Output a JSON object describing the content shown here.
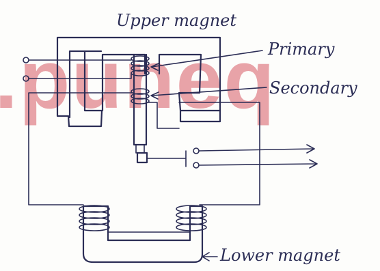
{
  "watermark": {
    "text": ".puneq",
    "color": "#e8a3a8"
  },
  "labels": {
    "upper_magnet": "Upper magnet",
    "primary": "Primary",
    "secondary": "Secondary",
    "lower_magnet": "Lower magnet"
  },
  "colors": {
    "ink": "#2b2d55",
    "background": "#fdfdfb"
  }
}
